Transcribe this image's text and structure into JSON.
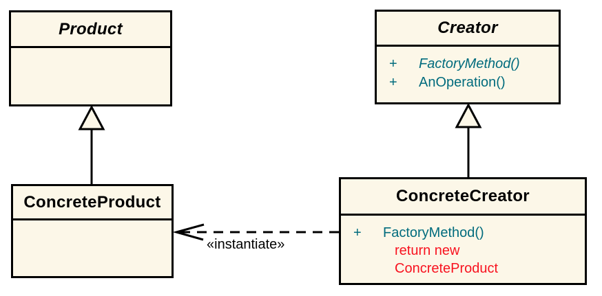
{
  "colors": {
    "background": "#ffffff",
    "box_fill": "#FCF7E8",
    "line_color": "#000000",
    "title_color": "#000000",
    "method_color": "#006B7D",
    "annotation_color": "#F8121F",
    "label_color": "#000000"
  },
  "classes": {
    "product": {
      "name": "Product"
    },
    "creator": {
      "name": "Creator",
      "methods": [
        {
          "visibility": "+",
          "label": "FactoryMethod()"
        },
        {
          "visibility": "+",
          "label": "AnOperation()"
        }
      ]
    },
    "concrete_product": {
      "name": "ConcreteProduct"
    },
    "concrete_creator": {
      "name": "ConcreteCreator",
      "methods": [
        {
          "visibility": "+",
          "label": "FactoryMethod()"
        }
      ],
      "annotation_lines": [
        "return new",
        "ConcreteProduct"
      ]
    }
  },
  "relations": {
    "instantiate_label": "«instantiate»"
  }
}
